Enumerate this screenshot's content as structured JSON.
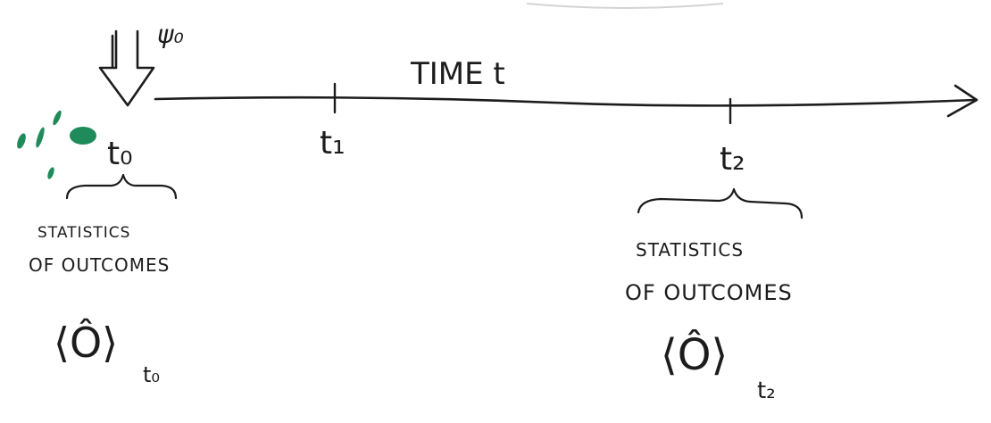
{
  "initial_state": {
    "label": "ψ₀"
  },
  "axis": {
    "label": "TIME t"
  },
  "ticks": [
    {
      "label": "t₀"
    },
    {
      "label": "t₁"
    },
    {
      "label": "t₂"
    }
  ],
  "measurements": [
    {
      "line1": "STATISTICS",
      "line2": "OF OUTCOMES",
      "expectation": "⟨Ô⟩",
      "subscript": "t₀"
    },
    {
      "line1": "STATISTICS",
      "line2": "OF OUTCOMES",
      "expectation": "⟨Ô⟩",
      "subscript": "t₂"
    }
  ],
  "colors": {
    "ink": "#1c1c1c",
    "smudge": "#1f8a5a"
  }
}
